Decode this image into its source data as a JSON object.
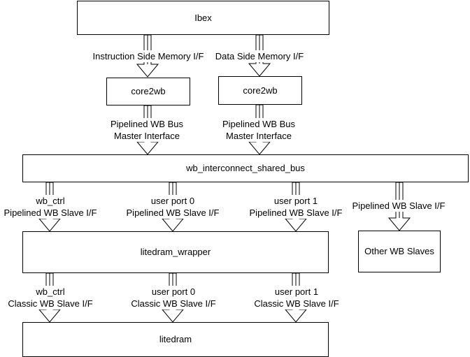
{
  "boxes": {
    "ibex": "Ibex",
    "core2wb_instr": "core2wb",
    "core2wb_data": "core2wb",
    "interconnect": "wb_interconnect_shared_bus",
    "litedram_wrapper": "litedram_wrapper",
    "other_slaves": "Other WB Slaves",
    "litedram": "litedram"
  },
  "labels": {
    "instr_if": "Instruction Side Memory I/F",
    "data_if": "Data Side Memory I/F",
    "master_instr": [
      "Pipelined WB Bus",
      "Master Interface"
    ],
    "master_data": [
      "Pipelined WB Bus",
      "Master Interface"
    ],
    "slave_ctrl": [
      "wb_ctrl",
      "Pipelined WB Slave I/F"
    ],
    "slave_port0": [
      "user port 0",
      "Pipelined WB Slave I/F"
    ],
    "slave_port1": [
      "user port 1",
      "Pipelined WB Slave I/F"
    ],
    "slave_other": "Pipelined WB Slave I/F",
    "classic_ctrl": [
      "wb_ctrl",
      "Classic WB Slave I/F"
    ],
    "classic_port0": [
      "user port 0",
      "Classic WB Slave I/F"
    ],
    "classic_port1": [
      "user port 1",
      "Classic WB Slave I/F"
    ]
  }
}
